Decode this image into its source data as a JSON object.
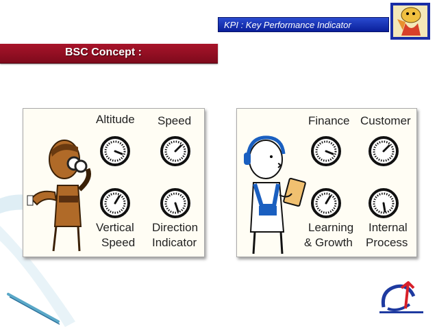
{
  "header": {
    "kpi_title": "KPI : Key Performance Indicator",
    "section_title": "BSC Concept :"
  },
  "left_panel": {
    "labels": {
      "altitude": "Altitude",
      "speed": "Speed",
      "vertical_line1": "Vertical",
      "vertical_line2": "Speed",
      "direction_line1": "Direction",
      "direction_line2": "Indicator"
    }
  },
  "right_panel": {
    "labels": {
      "finance": "Finance",
      "customer": "Customer",
      "learning_line1": "Learning",
      "learning_line2": "& Growth",
      "internal_line1": "Internal",
      "internal_line2": "Process"
    }
  },
  "icons": {
    "corner_logo": "cartoon-character-icon",
    "gauge": "gauge-icon",
    "pilot": "pilot-character-icon",
    "manager": "manager-with-clipboard-icon",
    "institute_logo": "institute-logo-icon"
  },
  "colors": {
    "kpi_bar": "#1a34c0",
    "bsc_bar": "#9a1226",
    "logo_blue": "#1e3aa0",
    "logo_red": "#d8202a"
  }
}
